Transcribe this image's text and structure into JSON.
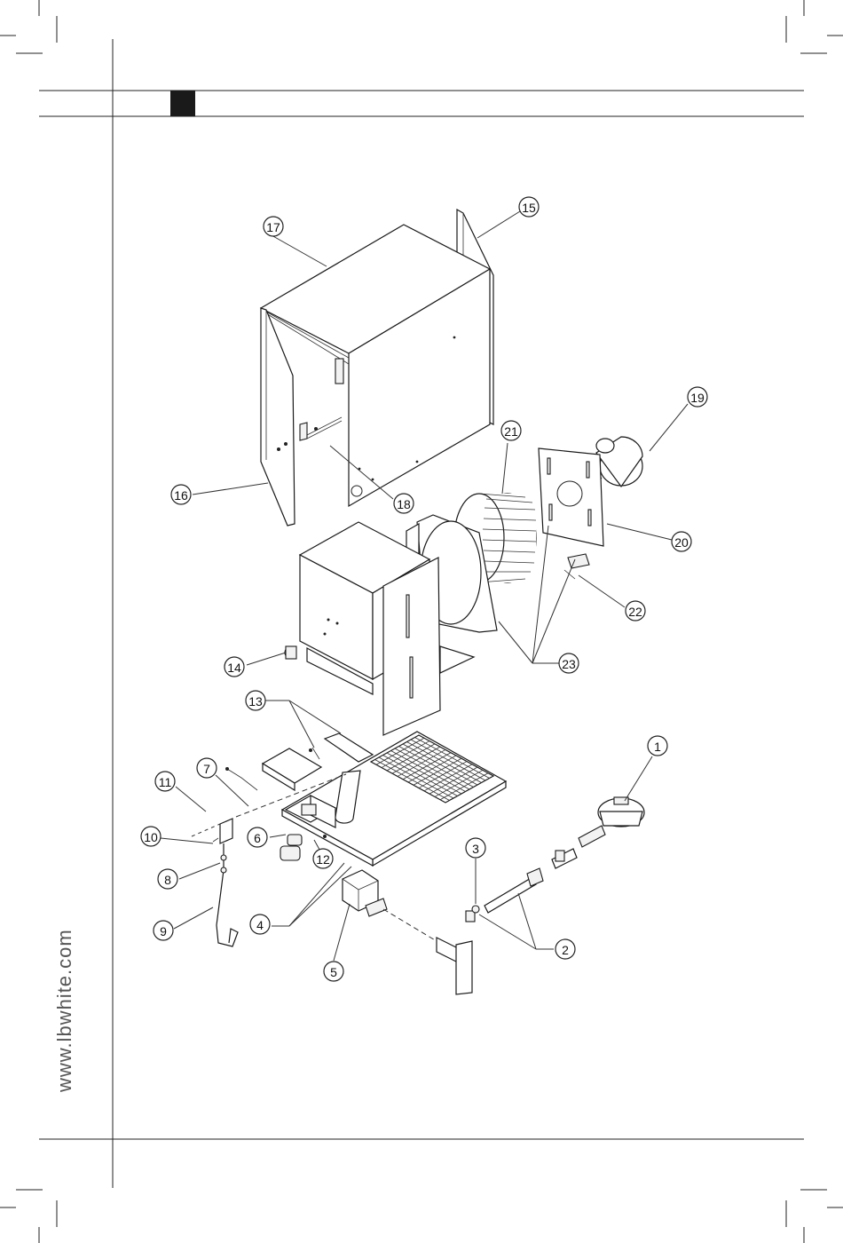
{
  "website": "www.lbwhite.com",
  "callouts": [
    "1",
    "2",
    "3",
    "4",
    "5",
    "6",
    "7",
    "8",
    "9",
    "10",
    "11",
    "12",
    "13",
    "14",
    "15",
    "16",
    "17",
    "18",
    "19",
    "20",
    "21",
    "22",
    "23"
  ]
}
